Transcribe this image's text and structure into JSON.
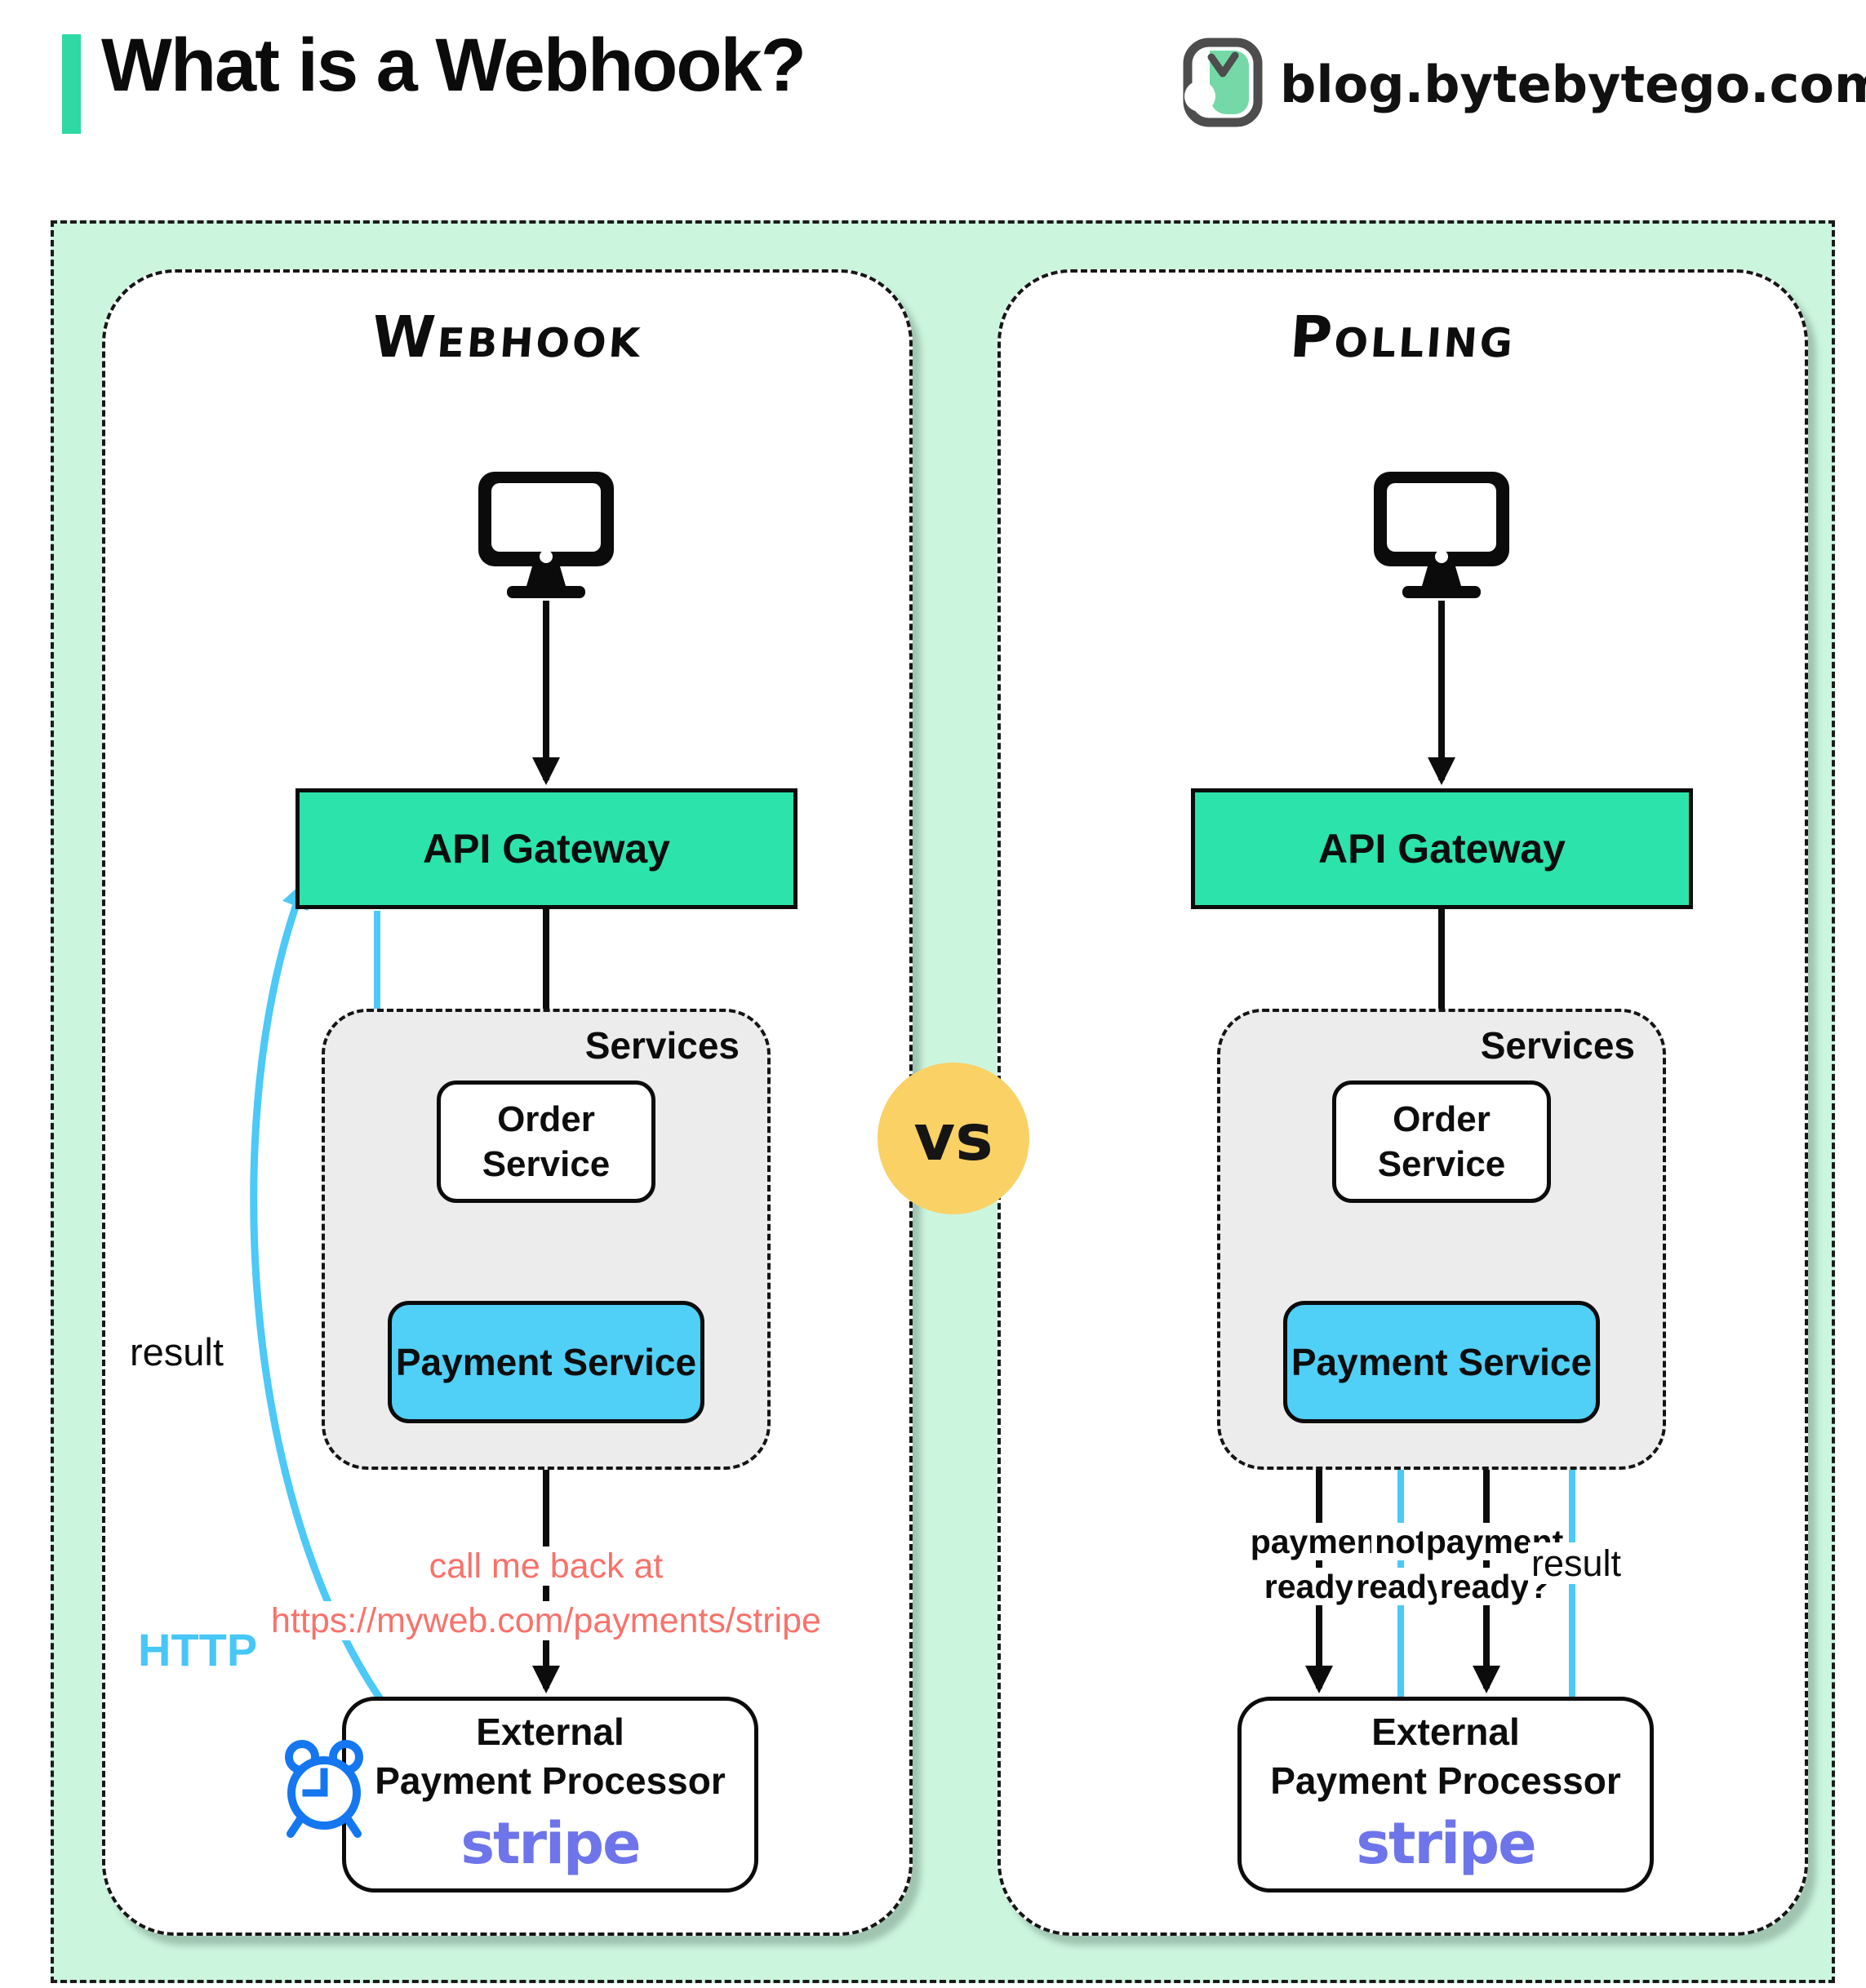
{
  "header": {
    "title": "What is a Webhook?",
    "site": "blog.bytebytego.com"
  },
  "vs": "vs",
  "panels": {
    "webhook": {
      "title": "Webhook",
      "api_gateway": "API Gateway",
      "services": "Services",
      "order_line1": "Order",
      "order_line2": "Service",
      "payment": "Payment Service",
      "external_line1": "External",
      "external_line2": "Payment Processor",
      "stripe": "stripe",
      "callback_line1": "call me back at",
      "callback_line2": "https://myweb.com/payments/stripe",
      "result": "result",
      "http": "HTTP"
    },
    "polling": {
      "title": "Polling",
      "api_gateway": "API Gateway",
      "services": "Services",
      "order_line1": "Order",
      "order_line2": "Service",
      "payment": "Payment Service",
      "external_line1": "External",
      "external_line2": "Payment Processor",
      "stripe": "stripe",
      "q1_line1": "payment",
      "q1_line2": "ready?",
      "a1_line1": "not",
      "a1_line2": "ready",
      "q2_line1": "payment",
      "q2_line2": "ready?",
      "result": "result"
    }
  },
  "colors": {
    "mint_bg": "#ccf5de",
    "accent_teal": "#2fd9a3",
    "gateway_teal": "#2be3ab",
    "payment_blue": "#50cff7",
    "arrow_blue": "#4cc9f6",
    "services_gray": "#ececec",
    "vs_yellow": "#f9d165",
    "callback_red": "#f8726b",
    "stripe_purple": "#6e74e9",
    "clock_blue": "#1477f0"
  }
}
